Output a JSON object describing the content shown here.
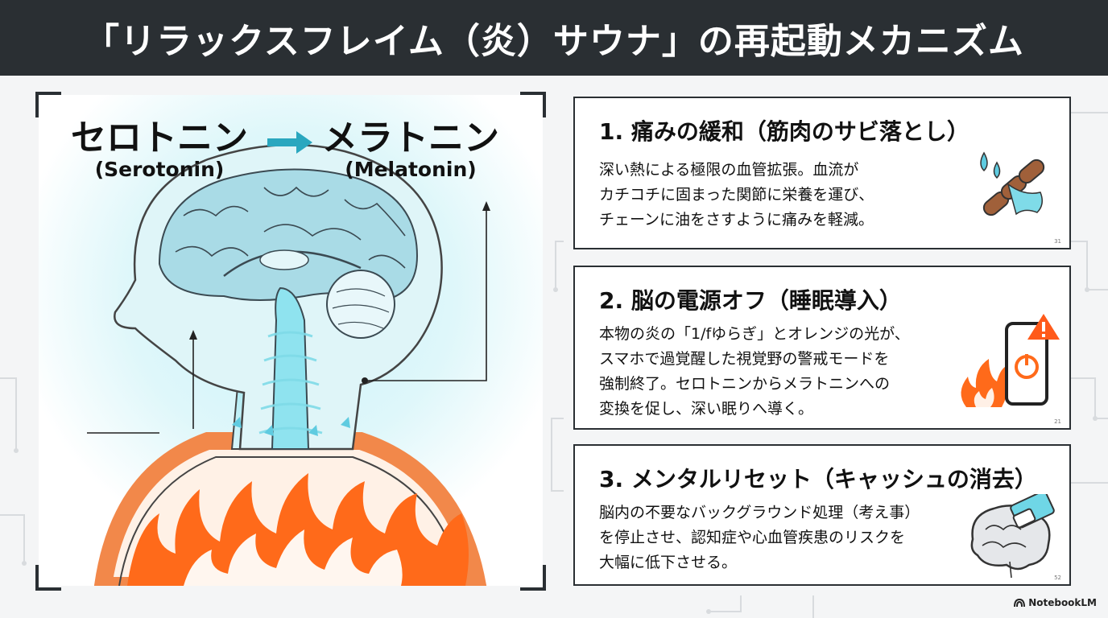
{
  "title": "「リラックスフレイム（炎）サウナ」の再起動メカニズム",
  "diagram": {
    "from_jp": "セロトニン",
    "from_en": "(Serotonin)",
    "to_jp": "メラトニン",
    "to_en": "(Melatonin)",
    "icon_arrow": "arrow-right-icon"
  },
  "cards": [
    {
      "title": "1. 痛みの緩和（筋肉のサビ落とし）",
      "body": "深い熱による極限の血管拡張。血流が\nカチコチに固まった関節に栄養を運び、\nチェーンに油をさすように痛みを軽減。",
      "icon": "rusty-chain-oil-icon",
      "page": "31"
    },
    {
      "title": "2. 脳の電源オフ（睡眠導入）",
      "body": "本物の炎の「1/fゆらぎ」とオレンジの光が、\nスマホで過覚醒した視覚野の警戒モードを\n強制終了。セロトニンからメラトニンへの\n変換を促し、深い眠りへ導く。",
      "icon": "phone-power-flame-icon",
      "page": "21"
    },
    {
      "title": "3. メンタルリセット（キャッシュの消去）",
      "body": "脳内の不要なバックグラウンド処理（考え事）\nを停止させ、認知症や心血管疾患のリスクを\n大幅に低下させる。",
      "icon": "brain-eraser-icon",
      "page": "52"
    }
  ],
  "brand": "NotebookLM",
  "colors": {
    "title_bg": "#2a2f33",
    "glow": "#8fe3ef",
    "brain_blue": "#a9dbe6",
    "flame": "#ff6a1a",
    "warm": "#f2884a"
  }
}
